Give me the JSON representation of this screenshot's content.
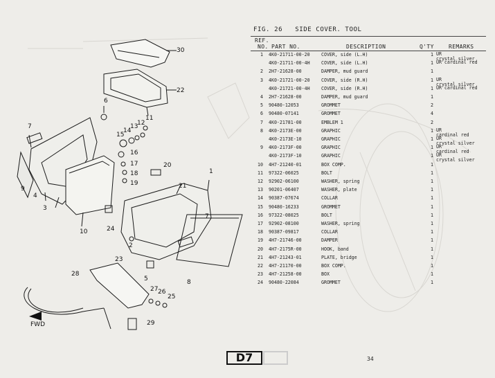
{
  "header": {
    "fig_label": "FIG. 26",
    "fig_title": "SIDE COVER. TOOL",
    "col_ref": "REF.",
    "col_no": "NO.",
    "col_part_no": "PART NO.",
    "col_description": "DESCRIPTION",
    "col_qty": "Q'TY",
    "col_remarks": "REMARKS"
  },
  "rows": [
    {
      "ref": "1",
      "part": "4K0-21711-00-20",
      "desc": "COVER, side (L.H)",
      "qty": "1",
      "rem": [
        "UR",
        "crystal silver"
      ]
    },
    {
      "ref": "",
      "part": "4K0-21711-00-4H",
      "desc": "COVER, side (L.H)",
      "qty": "1",
      "rem": [
        "UR cardinal red"
      ]
    },
    {
      "ref": "2",
      "part": "2H7-21628-00",
      "desc": "DAMPER, mud guard",
      "qty": "1",
      "rem": []
    },
    {
      "ref": "3",
      "part": "4K0-21721-00-20",
      "desc": "COVER, side (R.H)",
      "qty": "1",
      "rem": [
        "UR",
        "crystal silver"
      ]
    },
    {
      "ref": "",
      "part": "4K0-21721-00-4H",
      "desc": "COVER, side (R.H)",
      "qty": "1",
      "rem": [
        "UR cardinal red"
      ]
    },
    {
      "ref": "4",
      "part": "2H7-21628-00",
      "desc": "DAMPER, mud guard",
      "qty": "1",
      "rem": []
    },
    {
      "ref": "5",
      "part": "90480-12053",
      "desc": "GROMMET",
      "qty": "2",
      "rem": []
    },
    {
      "ref": "6",
      "part": "90480-07141",
      "desc": "GROMMET",
      "qty": "4",
      "rem": []
    },
    {
      "ref": "7",
      "part": "4K0-21781-00",
      "desc": "EMBLEM 1",
      "qty": "2",
      "rem": []
    },
    {
      "ref": "8",
      "part": "4K0-2173E-00",
      "desc": "GRAPHIC",
      "qty": "1",
      "rem": [
        "UR",
        "cardinal red"
      ]
    },
    {
      "ref": "",
      "part": "4K0-2173E-10",
      "desc": "GRAPHIC",
      "qty": "1",
      "rem": [
        "UR",
        "crystal silver"
      ]
    },
    {
      "ref": "9",
      "part": "4K0-2173F-00",
      "desc": "GRAPHIC",
      "qty": "1",
      "rem": [
        "UR",
        "cardinal red"
      ]
    },
    {
      "ref": "",
      "part": "4K0-2173F-10",
      "desc": "GRAPHIC",
      "qty": "1",
      "rem": [
        "UR",
        "crystal silver"
      ]
    },
    {
      "ref": "10",
      "part": "4H7-21240-01",
      "desc": "BOX COMP.",
      "qty": "1",
      "rem": []
    },
    {
      "ref": "11",
      "part": "97322-06025",
      "desc": "BOLT",
      "qty": "1",
      "rem": []
    },
    {
      "ref": "12",
      "part": "92902-06100",
      "desc": "WASHER, spring",
      "qty": "1",
      "rem": []
    },
    {
      "ref": "13",
      "part": "90201-06407",
      "desc": "WASHER, plate",
      "qty": "1",
      "rem": []
    },
    {
      "ref": "14",
      "part": "90387-07674",
      "desc": "COLLAR",
      "qty": "1",
      "rem": []
    },
    {
      "ref": "15",
      "part": "90480-16233",
      "desc": "GROMMET",
      "qty": "1",
      "rem": []
    },
    {
      "ref": "16",
      "part": "97322-08025",
      "desc": "BOLT",
      "qty": "1",
      "rem": []
    },
    {
      "ref": "17",
      "part": "92902-08100",
      "desc": "WASHER, spring",
      "qty": "1",
      "rem": []
    },
    {
      "ref": "18",
      "part": "90387-09817",
      "desc": "COLLAR",
      "qty": "1",
      "rem": []
    },
    {
      "ref": "19",
      "part": "4H7-21746-00",
      "desc": "DAMPER",
      "qty": "1",
      "rem": []
    },
    {
      "ref": "20",
      "part": "4H7-2175R-00",
      "desc": "HOOK, band",
      "qty": "1",
      "rem": []
    },
    {
      "ref": "21",
      "part": "4H7-21243-01",
      "desc": "PLATE, bridge",
      "qty": "1",
      "rem": []
    },
    {
      "ref": "22",
      "part": "4H7-21170-00",
      "desc": "BOX COMP.",
      "qty": "1",
      "rem": []
    },
    {
      "ref": "23",
      "part": "4H7-21258-00",
      "desc": "BOX",
      "qty": "1",
      "rem": []
    },
    {
      "ref": "24",
      "part": "90480-22084",
      "desc": "GROMMET",
      "qty": "1",
      "rem": []
    }
  ],
  "diagram": {
    "callouts": [
      "30",
      "22",
      "6",
      "7",
      "15",
      "14",
      "13",
      "12",
      "11",
      "16",
      "17",
      "18",
      "19",
      "20",
      "21",
      "1",
      "10",
      "24",
      "9",
      "4",
      "3",
      "2",
      "5",
      "23",
      "28",
      "27",
      "26",
      "25",
      "29",
      "7",
      "8"
    ],
    "front_arrow_label": "FWD"
  },
  "footer": {
    "section_badge": "D7",
    "page_number": "34"
  }
}
